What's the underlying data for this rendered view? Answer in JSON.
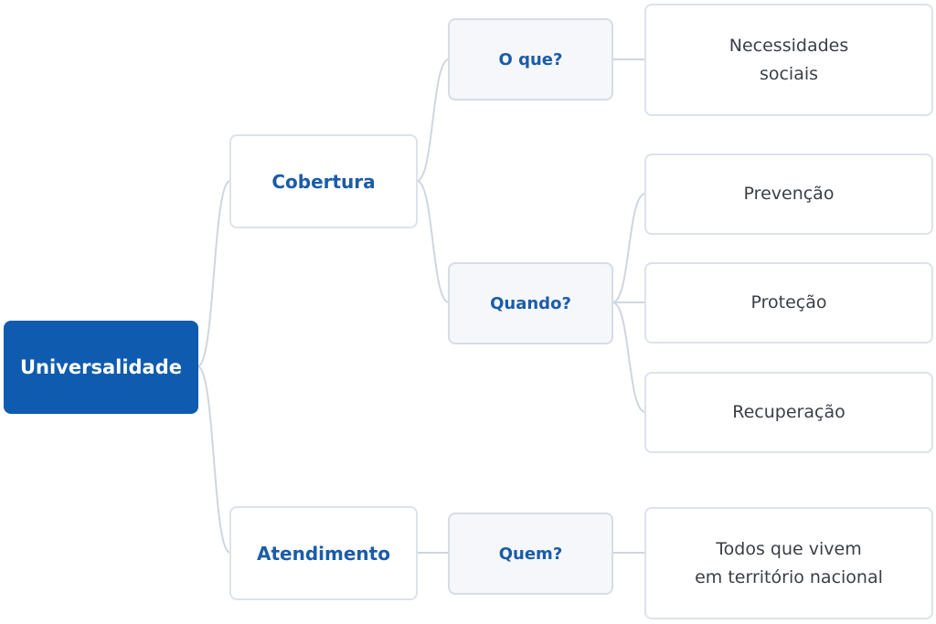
{
  "root": {
    "label": "Universalidade"
  },
  "cobertura": {
    "label": "Cobertura",
    "o_que": {
      "label": "O que?",
      "answer": "Necessidades\nsociais"
    },
    "quando": {
      "label": "Quando?",
      "items": [
        "Prevenção",
        "Proteção",
        "Recuperação"
      ]
    }
  },
  "atendimento": {
    "label": "Atendimento",
    "quem": {
      "label": "Quem?",
      "answer": "Todos que vivem\nem território nacional"
    }
  },
  "colors": {
    "root_fill": "#0f5bb0",
    "accent_text": "#1b5ca8",
    "connector": "#cfd6e0",
    "box_border": "#dde3ec"
  }
}
